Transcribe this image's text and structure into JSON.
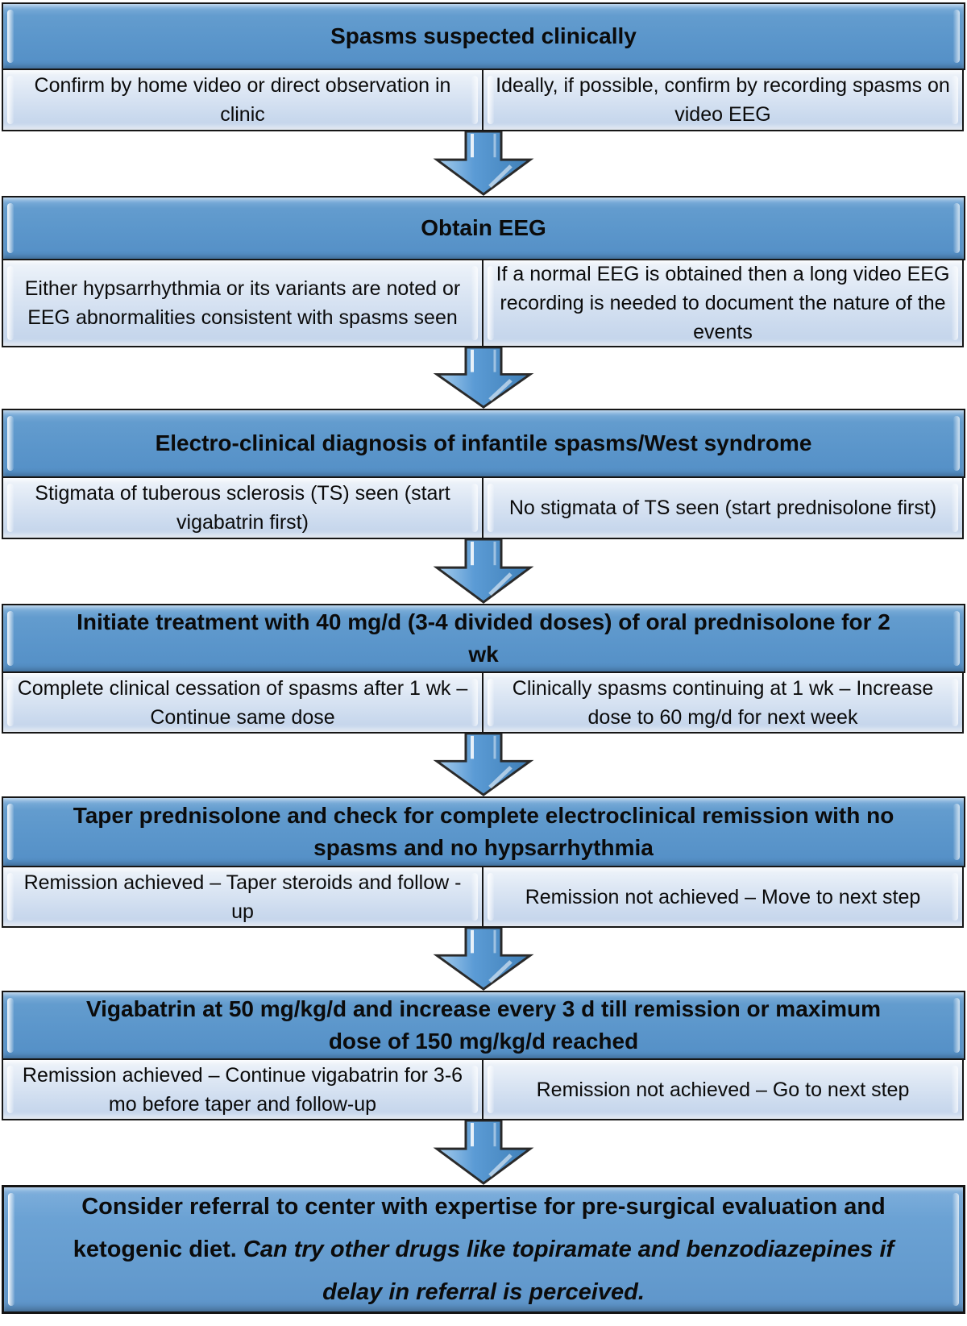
{
  "flowchart": {
    "colors": {
      "header_blue": "#5b96cb",
      "subbox_blue": "#ccdaee",
      "arrow_blue": "#5b9bd5",
      "border": "#161616",
      "text": "#0b0b0b",
      "background": "#ffffff"
    },
    "steps": [
      {
        "title": "Spasms suspected clinically",
        "left": "Confirm by home video or direct observation in clinic",
        "right": "Ideally, if possible, confirm by recording spasms on video EEG"
      },
      {
        "title": "Obtain EEG",
        "left": "Either hypsarrhythmia or its variants are noted or EEG abnormalities consistent with spasms seen",
        "right": "If a normal EEG is obtained then a long video EEG recording is needed to document the nature of the events"
      },
      {
        "title": "Electro-clinical diagnosis of infantile spasms/West syndrome",
        "left": "Stigmata of tuberous sclerosis (TS) seen (start vigabatrin first)",
        "right": "No stigmata of TS seen  (start prednisolone first)"
      },
      {
        "title": "Initiate treatment with 40 mg/d (3-4 divided doses) of oral prednisolone for 2 wk",
        "left": "Complete clinical cessation  of spasms after 1 wk – Continue same dose",
        "right": "Clinically spasms continuing at 1 wk – Increase dose to 60 mg/d for next week"
      },
      {
        "title": "Taper prednisolone and check for complete electroclinical remission with no spasms and no hypsarrhythmia",
        "left": "Remission achieved  – Taper steroids and follow -up",
        "right": "Remission not achieved   – Move to next step"
      },
      {
        "title": "Vigabatrin at 50 mg/kg/d and increase every 3 d till remission or maximum dose of 150 mg/kg/d reached",
        "left": "Remission achieved  – Continue vigabatrin for 3-6 mo before taper and follow-up",
        "right": "Remission not achieved  – Go to next step"
      }
    ],
    "final": {
      "normal": "Consider referral to center with expertise for pre-surgical evaluation and ketogenic diet. ",
      "italic": "Can try other drugs like topiramate and benzodiazepines if delay in referral is perceived."
    }
  }
}
